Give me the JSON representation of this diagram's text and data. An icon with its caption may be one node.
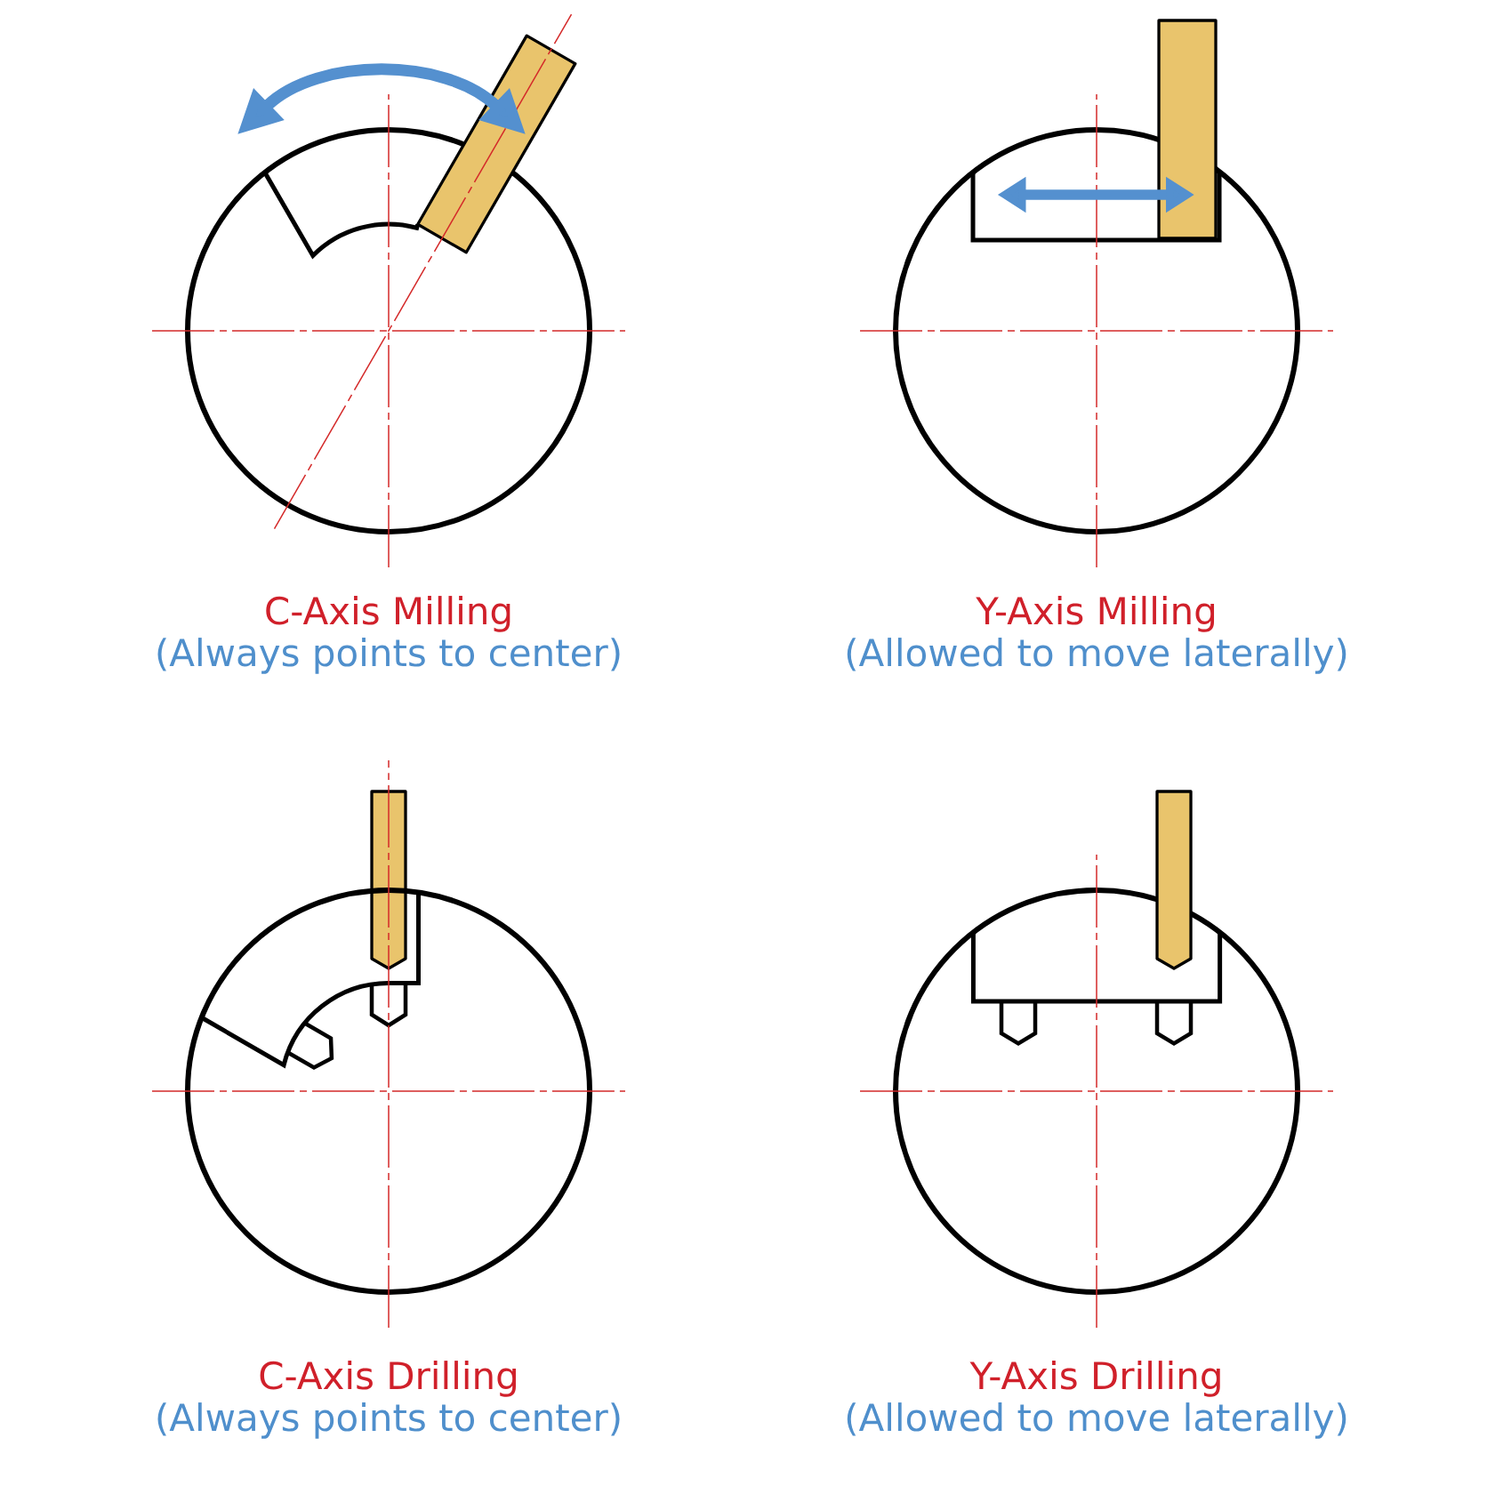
{
  "diagram": {
    "nodes": [
      {
        "text": [],
        "shape": "box"
      },
      {
        "text": [],
        "shape": "box"
      },
      {
        "text": [],
        "shape": "bar"
      },
      {
        "text": [],
        "shape": "bar"
      }
    ],
    "labels": [
      "C-Axis Milling",
      "(Always points to center)",
      "Y-Axis Milling",
      "(Allowed to move laterally)",
      "C-Axis Drilling",
      "(Always points to center)",
      "Y-Axis Drilling",
      "(Allowed to move laterally)"
    ]
  }
}
